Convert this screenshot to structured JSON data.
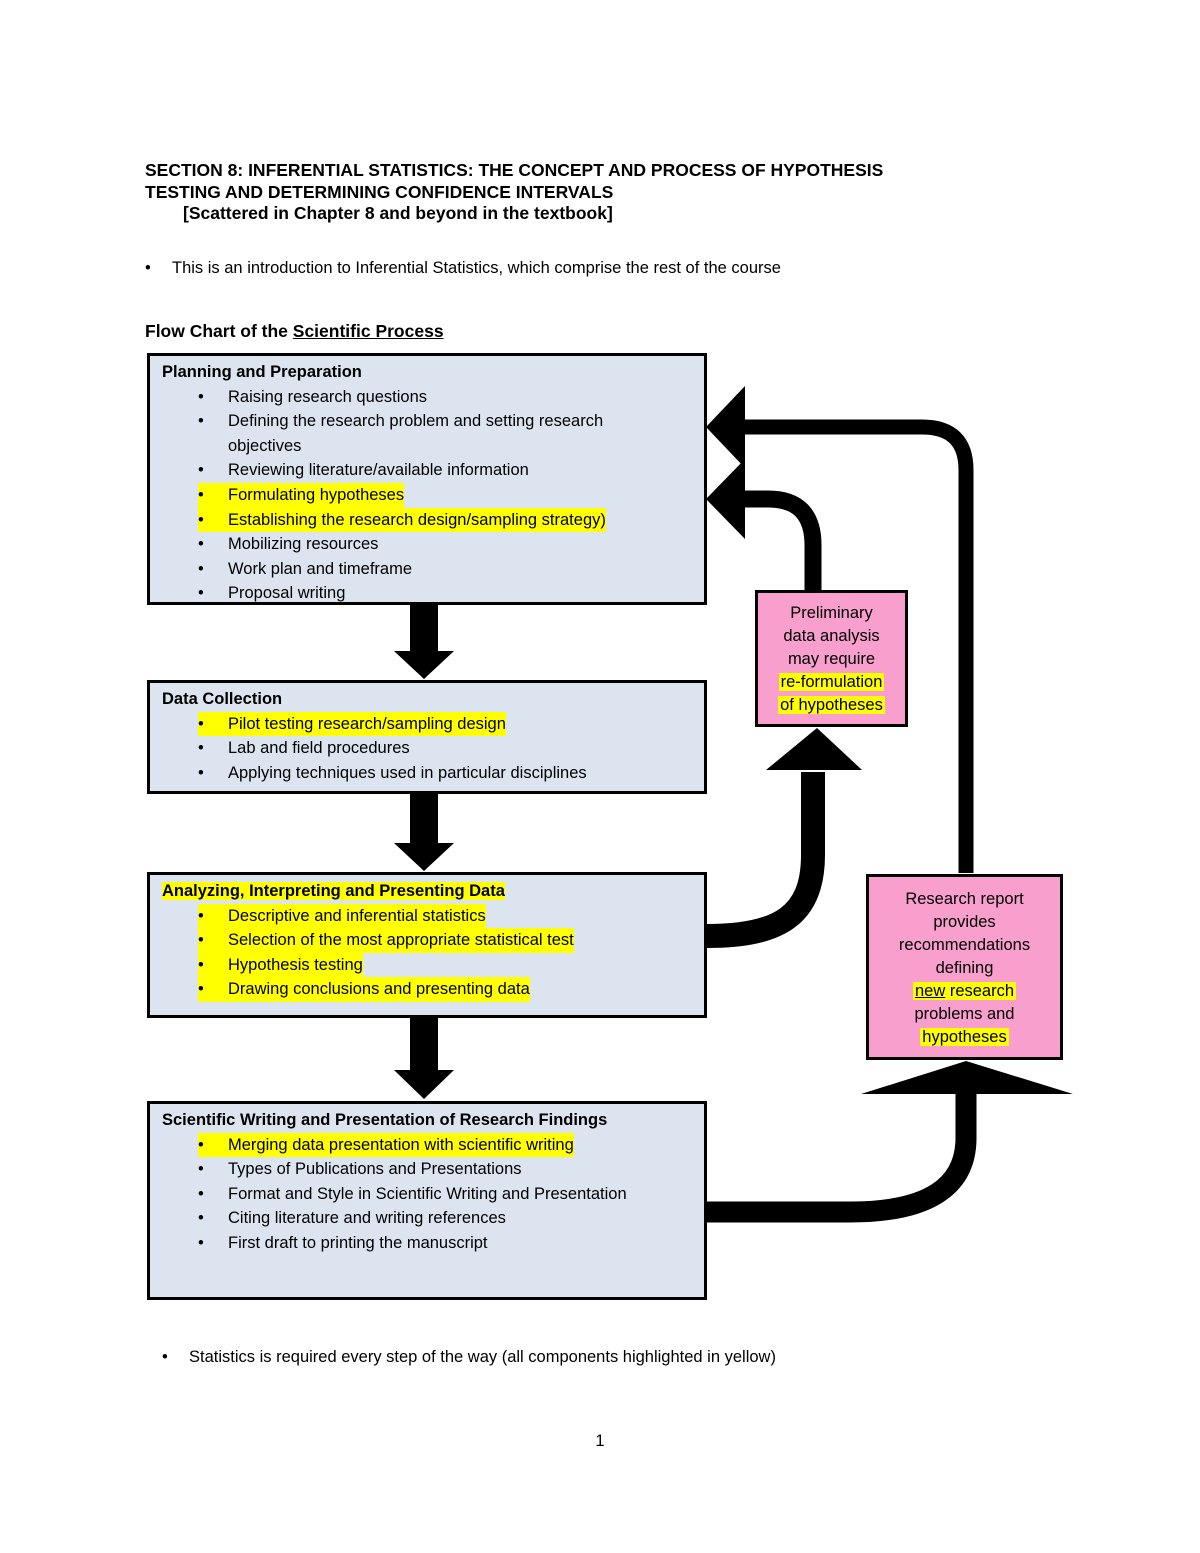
{
  "header": {
    "title_line1": "SECTION 8: INFERENTIAL STATISTICS: THE CONCEPT AND PROCESS OF HYPOTHESIS",
    "title_line2": "TESTING AND DETERMINING CONFIDENCE INTERVALS",
    "subtitle": "[Scattered in Chapter 8 and beyond in the textbook]",
    "intro_bullet": "This is an introduction to Inferential Statistics, which comprise the rest of the course"
  },
  "flowchart": {
    "heading_prefix": "Flow Chart of the ",
    "heading_underlined": "Scientific Process",
    "boxes": [
      {
        "title": "Planning and Preparation",
        "title_highlight": false,
        "items": [
          {
            "text": "Raising research questions",
            "highlight": false
          },
          {
            "text": "Defining the research problem and setting research objectives",
            "highlight": false
          },
          {
            "text": "Reviewing literature/available information",
            "highlight": false
          },
          {
            "text": "Formulating hypotheses",
            "highlight": true
          },
          {
            "text": "Establishing the research design/sampling strategy)",
            "highlight": true
          },
          {
            "text": "Mobilizing resources",
            "highlight": false
          },
          {
            "text": "Work plan and timeframe",
            "highlight": false
          },
          {
            "text": "Proposal writing",
            "highlight": false
          }
        ]
      },
      {
        "title": "Data Collection",
        "title_highlight": false,
        "items": [
          {
            "text": "Pilot testing research/sampling design",
            "highlight": true
          },
          {
            "text": "Lab and field procedures",
            "highlight": false
          },
          {
            "text": "Applying techniques used in particular disciplines",
            "highlight": false
          }
        ]
      },
      {
        "title": "Analyzing, Interpreting and Presenting Data",
        "title_highlight": true,
        "items": [
          {
            "text": "Descriptive and inferential statistics",
            "highlight": true
          },
          {
            "text": "Selection of the most appropriate statistical test",
            "highlight": true
          },
          {
            "text": "Hypothesis testing",
            "highlight": true
          },
          {
            "text": "Drawing conclusions and presenting data",
            "highlight": true
          }
        ]
      },
      {
        "title": "Scientific Writing and Presentation of Research Findings",
        "title_highlight": false,
        "items": [
          {
            "text": "Merging data presentation with scientific writing",
            "highlight": true
          },
          {
            "text": "Types of Publications and Presentations",
            "highlight": false
          },
          {
            "text": "Format and Style in Scientific Writing and Presentation",
            "highlight": false
          },
          {
            "text": "Citing literature and writing references",
            "highlight": false
          },
          {
            "text": "First draft to printing the manuscript",
            "highlight": false
          }
        ]
      }
    ],
    "note1": {
      "line1": "Preliminary",
      "line2": "data analysis",
      "line3": "may require",
      "line4": "re-formulation",
      "line5": "of hypotheses"
    },
    "note2": {
      "line1": "Research report",
      "line2": "provides",
      "line3": "recommendations",
      "line4": "defining",
      "line5_underlined": "new",
      "line5_rest": " research",
      "line6": "problems and",
      "line7": "hypotheses"
    }
  },
  "footer": {
    "bullet": "Statistics is required every step of the way (all components highlighted in yellow)",
    "page_number": "1"
  },
  "colors": {
    "box_fill": "#dce5ef",
    "note_fill": "#f89fce",
    "highlight": "#ffff00",
    "border": "#000000",
    "arrow": "#000000"
  }
}
